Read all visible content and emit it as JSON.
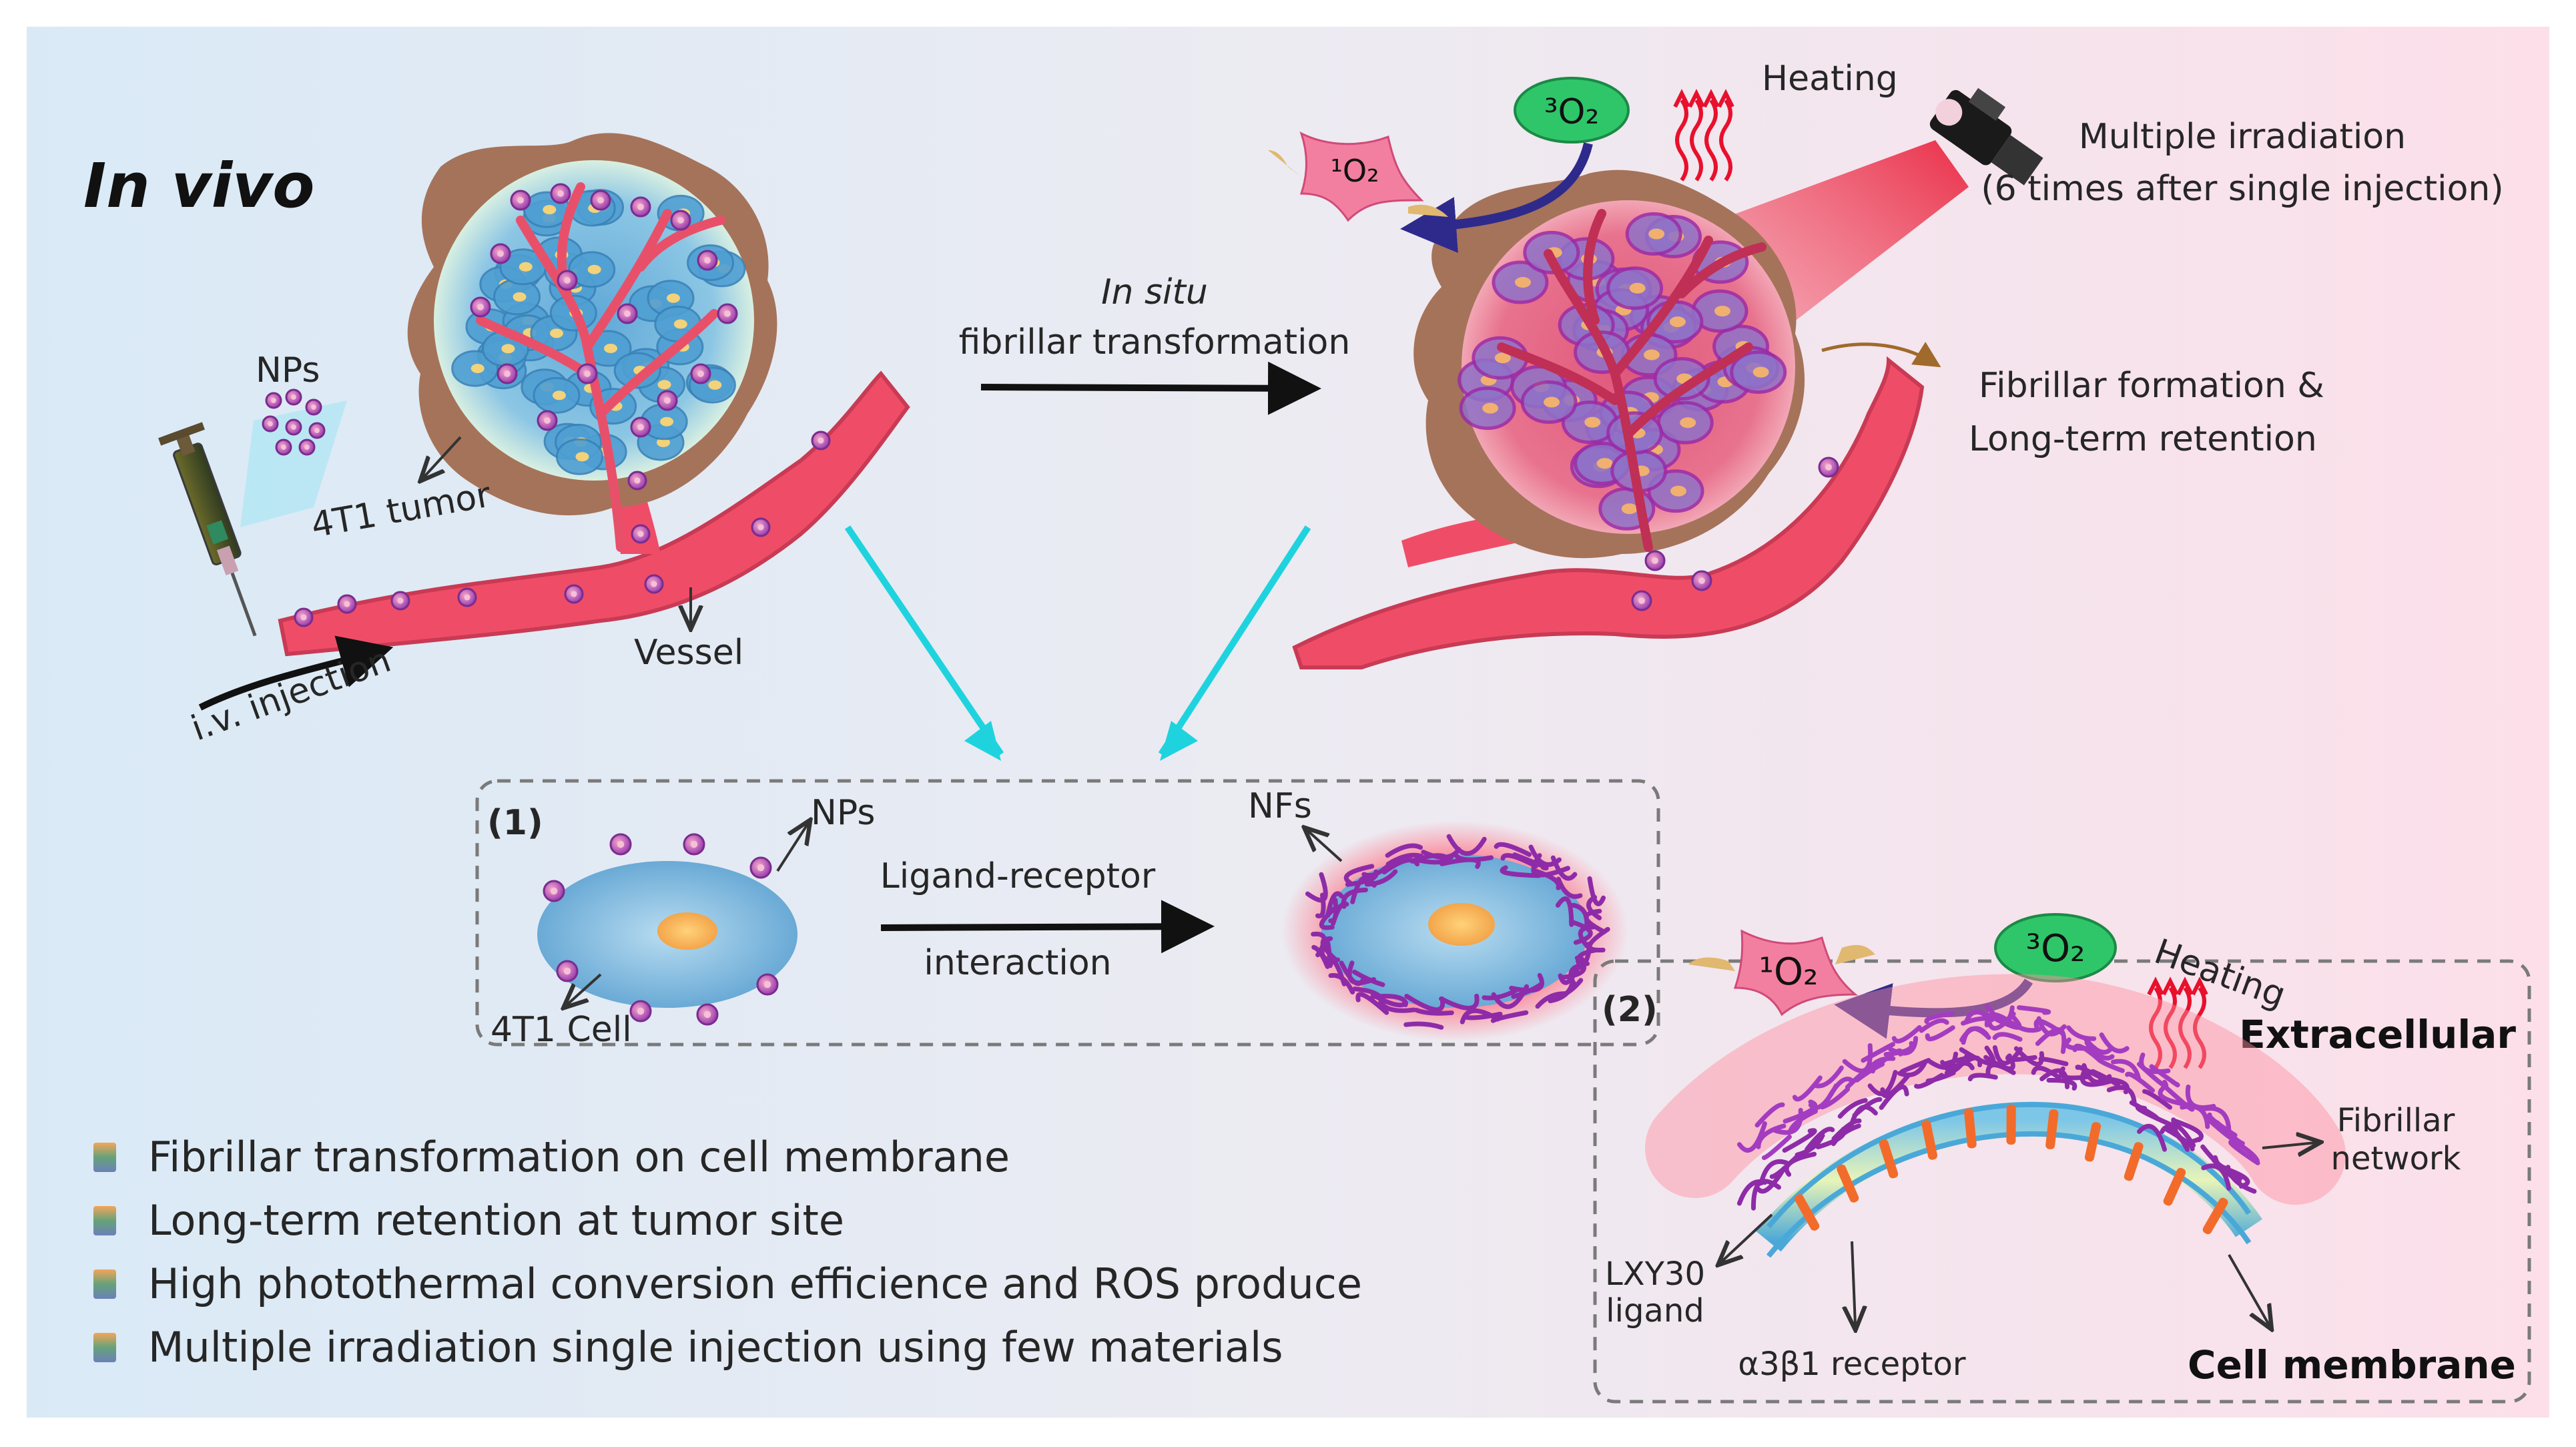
{
  "title": "In vivo",
  "labels": {
    "nps": "NPs",
    "tumor": "4T1 tumor",
    "vessel": "Vessel",
    "injection": "i.v. injection",
    "in_situ": "In situ",
    "fibrillar_transformation": "fibrillar transformation",
    "heating": "Heating",
    "triplet_o2": "³O₂",
    "singlet_o2": "¹O₂",
    "multiple_irradiation_line1": "Multiple irradiation",
    "multiple_irradiation_line2": "(6 times after single injection)",
    "fibrillar_formation_line1": "Fibrillar formation &",
    "fibrillar_formation_line2": "Long-term retention",
    "panel1_number": "(1)",
    "panel1_nps": "NPs",
    "panel1_nfs": "NFs",
    "panel1_cell": "4T1 Cell",
    "ligand_receptor_line1": "Ligand-receptor",
    "ligand_receptor_line2": "interaction",
    "panel2_number": "(2)",
    "extracellular": "Extracellular",
    "cell_membrane": "Cell membrane",
    "fibrillar_network_line1": "Fibrillar",
    "fibrillar_network_line2": "network",
    "ligand_line1": "LXY30",
    "ligand_line2": "ligand",
    "receptor": "α3β1 receptor",
    "heating2": "Heating"
  },
  "features": [
    "Fibrillar transformation on cell membrane",
    "Long-term retention at tumor site",
    "High photothermal conversion efficience and ROS produce",
    "Multiple irradiation single injection using few materials"
  ],
  "colors": {
    "bg_left": "#dcebf6",
    "bg_right": "#fbe1ea",
    "vessel": "#ef4d67",
    "tumor_brown": "#a5735a",
    "cell_blue": "#7fb7dc",
    "particle": "#a05ab8",
    "fiber": "#8e2ba8",
    "cyan_arrow": "#1fd3de",
    "o2_green": "#2fc66a",
    "singlet_pink": "#f27fa0"
  }
}
